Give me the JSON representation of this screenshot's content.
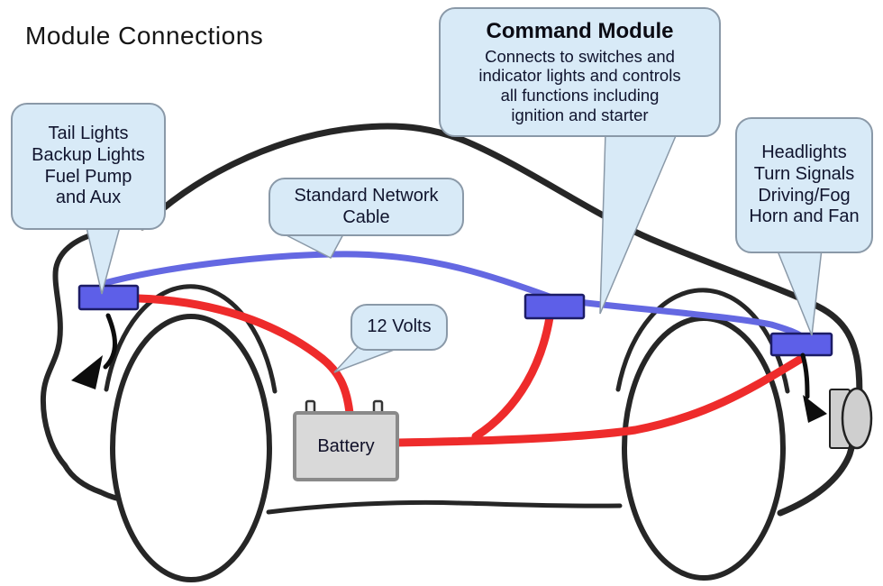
{
  "title": "Module Connections",
  "colors": {
    "bubble_fill": "#d8eaf7",
    "bubble_border": "#8a99a8",
    "module_fill": "#5d5fe8",
    "module_border": "#1c1c66",
    "wire_power_red": "#ee2b2b",
    "wire_network_blue": "#6468e2",
    "car_outline": "#262626",
    "arrow_black": "#0d0d0d",
    "battery_fill": "#d9d9d9",
    "battery_border": "#8a8a8a",
    "terminal_fill": "#f0f0f0",
    "headlight_fill": "#cfcfcf"
  },
  "callouts": {
    "tail_lights": {
      "lines": [
        "Tail Lights",
        "Backup Lights",
        "Fuel Pump",
        "and Aux"
      ]
    },
    "command_module": {
      "title": "Command Module",
      "lines": [
        "Connects to switches and",
        "indicator lights and controls",
        "all functions including",
        "ignition and starter"
      ]
    },
    "network_cable": {
      "lines": [
        "Standard Network",
        "Cable"
      ]
    },
    "volts": {
      "lines": [
        "12 Volts"
      ]
    },
    "headlights": {
      "lines": [
        "Headlights",
        "Turn Signals",
        "Driving/Fog",
        "Horn and Fan"
      ]
    }
  },
  "labels": {
    "battery": "Battery"
  }
}
